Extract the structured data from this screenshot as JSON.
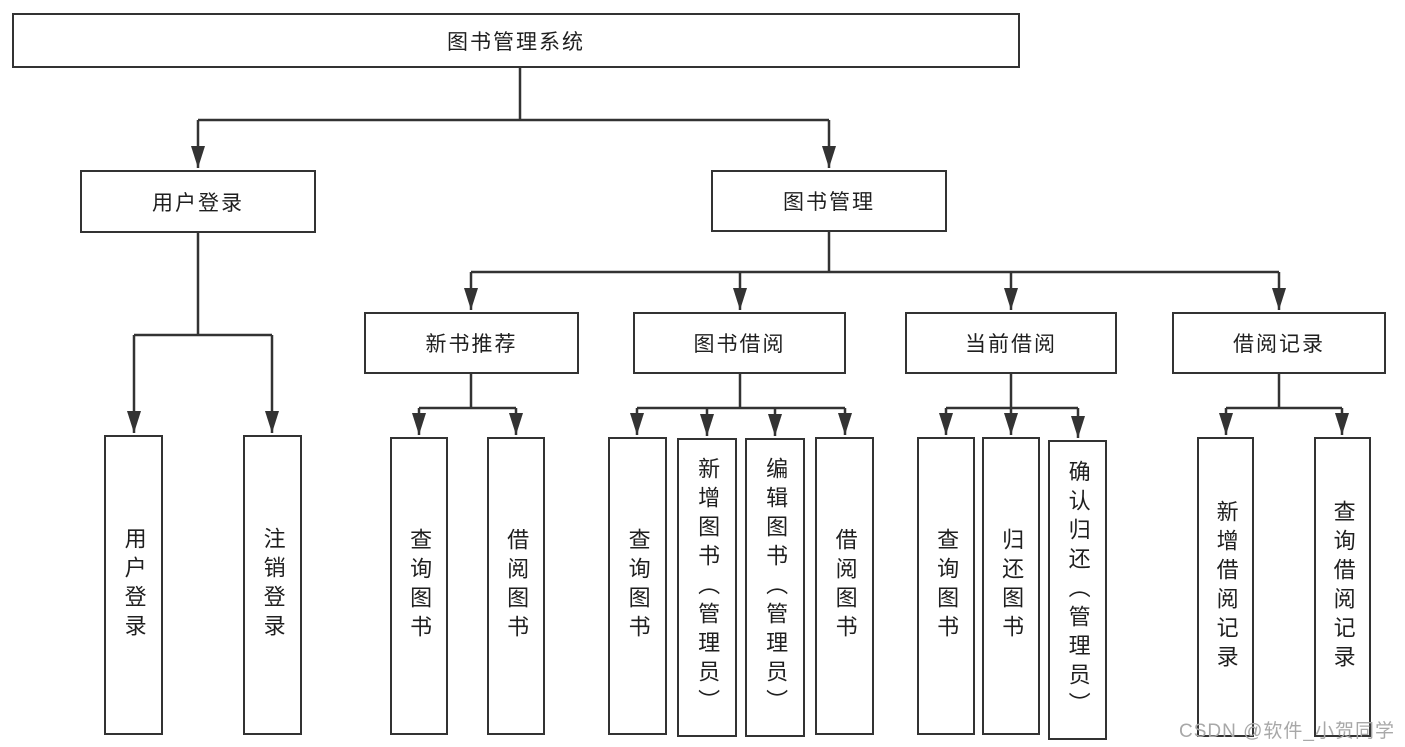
{
  "diagram": {
    "root": {
      "label": "图书管理系统"
    },
    "branches": [
      {
        "label": "用户登录",
        "children": [
          {
            "label": "用户登录"
          },
          {
            "label": "注销登录"
          }
        ]
      },
      {
        "label": "图书管理",
        "children": [
          {
            "label": "新书推荐",
            "children": [
              {
                "label": "查询图书"
              },
              {
                "label": "借阅图书"
              }
            ]
          },
          {
            "label": "图书借阅",
            "children": [
              {
                "label": "查询图书"
              },
              {
                "label": "新增图书（管理员）"
              },
              {
                "label": "编辑图书（管理员）"
              },
              {
                "label": "借阅图书"
              }
            ]
          },
          {
            "label": "当前借阅",
            "children": [
              {
                "label": "查询图书"
              },
              {
                "label": "归还图书"
              },
              {
                "label": "确认归还（管理员）"
              }
            ]
          },
          {
            "label": "借阅记录",
            "children": [
              {
                "label": "新增借阅记录"
              },
              {
                "label": "查询借阅记录"
              }
            ]
          }
        ]
      }
    ]
  },
  "watermark": {
    "text": "CSDN @软件_小贺同学"
  },
  "colors": {
    "line": "#333333",
    "box_border": "#333333",
    "text": "#1f1f1f",
    "watermark": "#a8a8a8",
    "background": "#ffffff"
  }
}
